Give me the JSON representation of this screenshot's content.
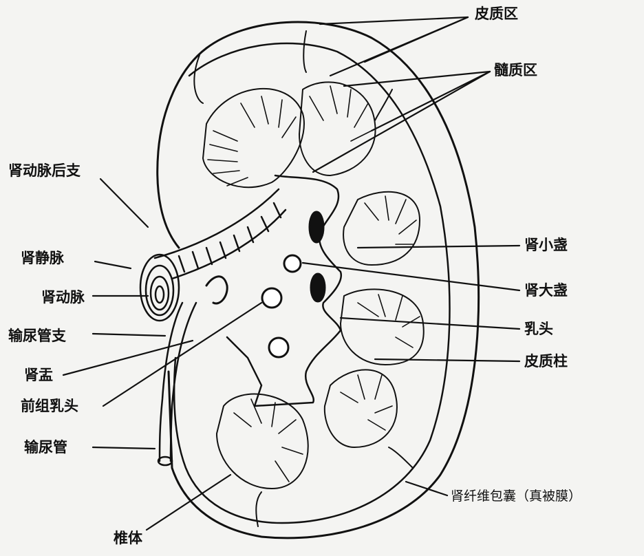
{
  "labels": {
    "cortex": "皮质区",
    "medulla": "髓质区",
    "posterior_renal_artery": "肾动脉后支",
    "renal_vein": "肾静脉",
    "renal_artery": "肾动脉",
    "ureter_branch": "输尿管支",
    "renal_pelvis": "肾盂",
    "anterior_papilla": "前组乳头",
    "ureter": "输尿管",
    "pyramid": "椎体",
    "minor_calyx": "肾小盏",
    "major_calyx": "肾大盏",
    "papilla": "乳头",
    "renal_column": "皮质柱",
    "fibrous_capsule": "肾纤维包囊（真被膜）"
  },
  "colors": {
    "ink": "#111111",
    "paper": "#f4f4f2"
  }
}
